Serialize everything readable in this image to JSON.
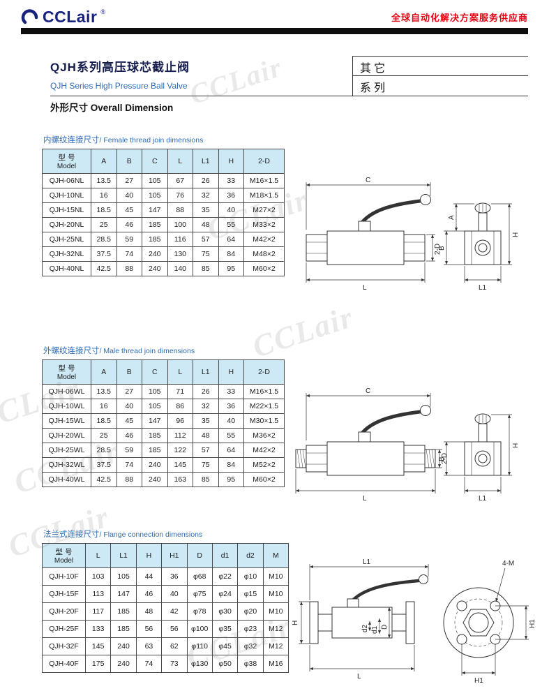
{
  "header": {
    "logo_text": "CCLair",
    "logo_reg": "®",
    "tagline": "全球自动化解决方案服务供应商"
  },
  "title_block": {
    "title_cn": "QJH系列高压球芯截止阀",
    "title_en": "QJH Series High Pressure Ball Valve",
    "series_line1": "其它",
    "series_line2": "系列"
  },
  "section_title": "外形尺寸 Overall Dimension",
  "watermark": "CCLair",
  "tables": [
    {
      "heading_cn": "内螺纹连接尺寸",
      "heading_en": "/ Female thread join dimensions",
      "col_model_cn": "型 号",
      "col_model_en": "Model",
      "columns": [
        "A",
        "B",
        "C",
        "L",
        "L1",
        "H",
        "2-D"
      ],
      "rows": [
        [
          "QJH-06NL",
          "13.5",
          "27",
          "105",
          "67",
          "26",
          "33",
          "M16×1.5"
        ],
        [
          "QJH-10NL",
          "16",
          "40",
          "105",
          "76",
          "32",
          "36",
          "M18×1.5"
        ],
        [
          "QJH-15NL",
          "18.5",
          "45",
          "147",
          "88",
          "35",
          "40",
          "M27×2"
        ],
        [
          "QJH-20NL",
          "25",
          "46",
          "185",
          "100",
          "48",
          "55",
          "M33×2"
        ],
        [
          "QJH-25NL",
          "28.5",
          "59",
          "185",
          "116",
          "57",
          "64",
          "M42×2"
        ],
        [
          "QJH-32NL",
          "37.5",
          "74",
          "240",
          "130",
          "75",
          "84",
          "M48×2"
        ],
        [
          "QJH-40NL",
          "42.5",
          "88",
          "240",
          "140",
          "85",
          "95",
          "M60×2"
        ]
      ]
    },
    {
      "heading_cn": "外螺纹连接尺寸",
      "heading_en": "/ Male thread join dimensions",
      "col_model_cn": "型 号",
      "col_model_en": "Model",
      "columns": [
        "A",
        "B",
        "C",
        "L",
        "L1",
        "H",
        "2-D"
      ],
      "rows": [
        [
          "QJH-06WL",
          "13.5",
          "27",
          "105",
          "71",
          "26",
          "33",
          "M16×1.5"
        ],
        [
          "QJH-10WL",
          "16",
          "40",
          "105",
          "86",
          "32",
          "36",
          "M22×1.5"
        ],
        [
          "QJH-15WL",
          "18.5",
          "45",
          "147",
          "96",
          "35",
          "40",
          "M30×1.5"
        ],
        [
          "QJH-20WL",
          "25",
          "46",
          "185",
          "112",
          "48",
          "55",
          "M36×2"
        ],
        [
          "QJH-25WL",
          "28.5",
          "59",
          "185",
          "122",
          "57",
          "64",
          "M42×2"
        ],
        [
          "QJH-32WL",
          "37.5",
          "74",
          "240",
          "145",
          "75",
          "84",
          "M52×2"
        ],
        [
          "QJH-40WL",
          "42.5",
          "88",
          "240",
          "163",
          "85",
          "95",
          "M60×2"
        ]
      ]
    },
    {
      "heading_cn": "法兰式连接尺寸",
      "heading_en": "/ Flange connection dimensions",
      "col_model_cn": "型 号",
      "col_model_en": "Model",
      "columns": [
        "L",
        "L1",
        "H",
        "H1",
        "D",
        "d1",
        "d2",
        "M"
      ],
      "rows": [
        [
          "QJH-10F",
          "103",
          "105",
          "44",
          "36",
          "φ68",
          "φ22",
          "φ10",
          "M10"
        ],
        [
          "QJH-15F",
          "113",
          "147",
          "46",
          "40",
          "φ75",
          "φ24",
          "φ15",
          "M10"
        ],
        [
          "QJH-20F",
          "117",
          "185",
          "48",
          "42",
          "φ78",
          "φ30",
          "φ20",
          "M10"
        ],
        [
          "QJH-25F",
          "133",
          "185",
          "56",
          "56",
          "φ100",
          "φ35",
          "φ23",
          "M12"
        ],
        [
          "QJH-32F",
          "145",
          "240",
          "63",
          "62",
          "φ110",
          "φ45",
          "φ32",
          "M12"
        ],
        [
          "QJH-40F",
          "175",
          "240",
          "74",
          "73",
          "φ130",
          "φ50",
          "φ38",
          "M16"
        ]
      ]
    }
  ],
  "drawings": {
    "female": {
      "labels": {
        "c": "C",
        "l": "L",
        "d2d": "2-D",
        "a": "A",
        "b": "B",
        "h": "H",
        "l1": "L1"
      }
    },
    "male": {
      "labels": {
        "c": "C",
        "l": "L",
        "d2d": "2-D",
        "b": "B",
        "h": "H",
        "l1": "L1"
      }
    },
    "flange": {
      "labels": {
        "l1": "L1",
        "h": "H",
        "d2": "d2",
        "d1": "d1",
        "d": "D",
        "l": "L",
        "four_m": "4-M",
        "h1_right": "H1",
        "h1_bottom": "H1"
      }
    }
  }
}
